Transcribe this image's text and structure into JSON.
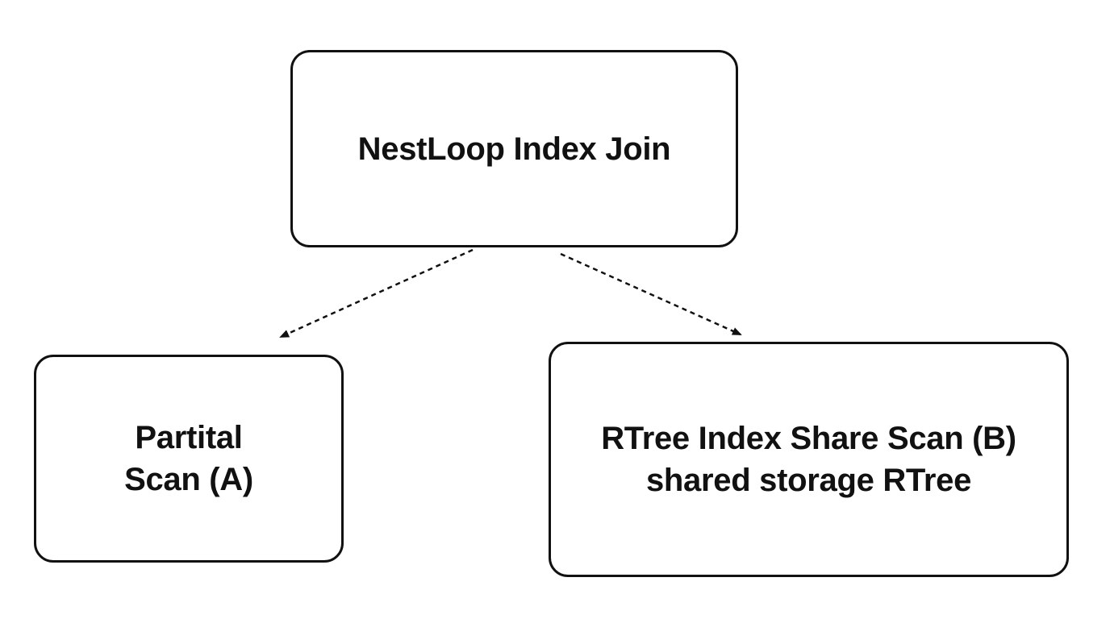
{
  "nodes": {
    "root": {
      "lines": [
        "NestLoop Index Join"
      ]
    },
    "left": {
      "lines": [
        "Partital",
        "Scan (A)"
      ]
    },
    "right": {
      "lines": [
        "RTree Index Share Scan (B)",
        "shared storage RTree"
      ]
    }
  },
  "edges": [
    {
      "from": "root",
      "to": "left",
      "style": "dashed",
      "arrow": "end"
    },
    {
      "from": "root",
      "to": "right",
      "style": "dashed",
      "arrow": "end"
    }
  ],
  "colors": {
    "stroke": "#111111",
    "background": "#ffffff",
    "text": "#111111"
  }
}
